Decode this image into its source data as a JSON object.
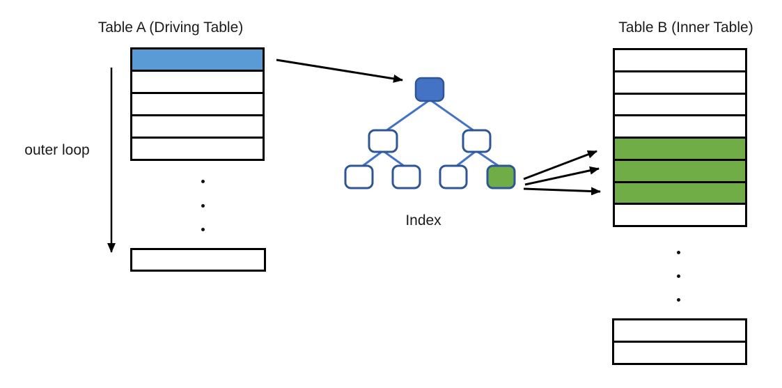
{
  "titles": {
    "table_a": "Table A (Driving Table)",
    "table_b": "Table B (Inner Table)",
    "index_label": "Index",
    "outer_loop_label": "outer loop"
  },
  "colors": {
    "row_highlight_blue": "#5B9BD5",
    "row_highlight_green": "#70AD47",
    "row_white": "#FFFFFF",
    "tree_root_fill": "#4472C4",
    "tree_leaf_green_fill": "#70AD47",
    "tree_node_fill": "#FFFFFF",
    "tree_node_border": "#2E5697",
    "tree_connector": "#4472C4",
    "arrow_black": "#000000",
    "table_border": "#000000"
  },
  "table_a": {
    "main_rows": [
      "blue",
      "white",
      "white",
      "white",
      "white"
    ],
    "ellipsis_dot_count": 3,
    "bottom_rows": [
      "white"
    ]
  },
  "table_b": {
    "main_rows": [
      "white",
      "white",
      "white",
      "white",
      "green",
      "green",
      "green",
      "white"
    ],
    "ellipsis_dot_count": 3,
    "bottom_rows": [
      "white",
      "white"
    ]
  },
  "index_tree": {
    "root_node": "blue",
    "internal_nodes": [
      "white",
      "white"
    ],
    "leaf_nodes": [
      "white",
      "white",
      "white",
      "green"
    ]
  }
}
